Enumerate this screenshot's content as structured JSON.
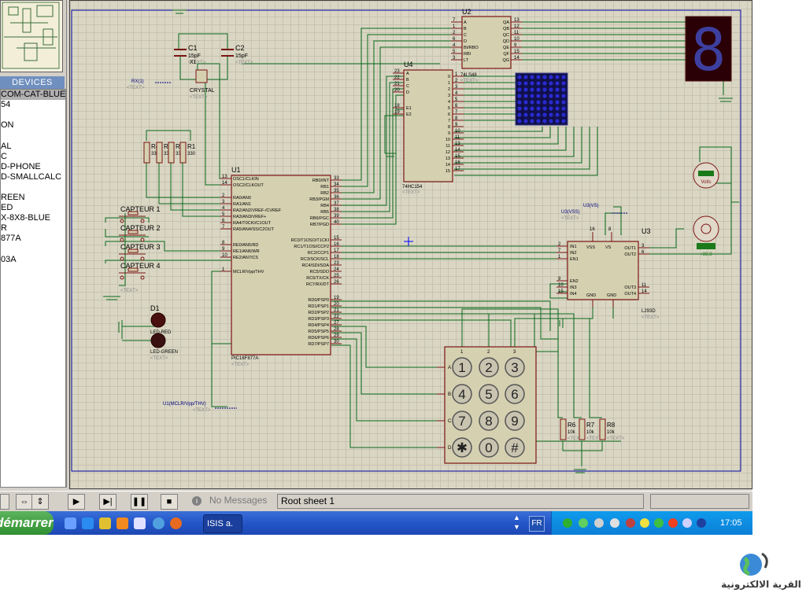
{
  "devices": {
    "header": "DEVICES",
    "items": [
      "COM-CAT-BLUE",
      "54",
      "",
      "ON",
      "",
      "AL",
      "C",
      "D-PHONE",
      "D-SMALLCALC",
      "",
      "REEN",
      "ED",
      "X-8X8-BLUE",
      "R",
      "877A",
      "",
      "03A"
    ]
  },
  "schematic": {
    "u1": {
      "ref": "U1",
      "part": "PIC16F877A",
      "text": "<TEXT>",
      "left_pins": [
        {
          "num": "13",
          "name": "OSC1/CLKIN"
        },
        {
          "num": "14",
          "name": "OSC2/CLKOUT"
        },
        {
          "num": "2",
          "name": "RA0/AN0"
        },
        {
          "num": "3",
          "name": "RA1/AN1"
        },
        {
          "num": "4",
          "name": "RA2/AN2/VREF-/CVREF"
        },
        {
          "num": "5",
          "name": "RA3/AN3/VREF+"
        },
        {
          "num": "6",
          "name": "RA4/T0CKI/C1OUT"
        },
        {
          "num": "7",
          "name": "RA5/AN4/SS/C2OUT"
        },
        {
          "num": "8",
          "name": "RE0/AN5/RD"
        },
        {
          "num": "9",
          "name": "RE1/AN6/WR"
        },
        {
          "num": "10",
          "name": "RE2/AN7/CS"
        },
        {
          "num": "1",
          "name": "MCLR/Vpp/THV"
        }
      ],
      "right_pins": [
        {
          "num": "33",
          "name": "RB0/INT"
        },
        {
          "num": "34",
          "name": "RB1"
        },
        {
          "num": "35",
          "name": "RB2"
        },
        {
          "num": "36",
          "name": "RB3/PGM"
        },
        {
          "num": "37",
          "name": "RB4"
        },
        {
          "num": "38",
          "name": "RB5"
        },
        {
          "num": "39",
          "name": "RB6/PGC"
        },
        {
          "num": "40",
          "name": "RB7/PGD"
        },
        {
          "num": "15",
          "name": "RC0/T1OSO/T1CKI"
        },
        {
          "num": "16",
          "name": "RC1/T1OSI/CCP2"
        },
        {
          "num": "17",
          "name": "RC2/CCP1"
        },
        {
          "num": "18",
          "name": "RC3/SCK/SCL"
        },
        {
          "num": "23",
          "name": "RC4/SDI/SDA"
        },
        {
          "num": "24",
          "name": "RC5/SDO"
        },
        {
          "num": "25",
          "name": "RC6/TX/CK"
        },
        {
          "num": "26",
          "name": "RC7/RX/DT"
        },
        {
          "num": "19",
          "name": "RD0/PSP0"
        },
        {
          "num": "20",
          "name": "RD1/PSP1"
        },
        {
          "num": "21",
          "name": "RD2/PSP2"
        },
        {
          "num": "22",
          "name": "RD3/PSP3"
        },
        {
          "num": "27",
          "name": "RD4/PSP4"
        },
        {
          "num": "28",
          "name": "RD5/PSP5"
        },
        {
          "num": "29",
          "name": "RD6/PSP6"
        },
        {
          "num": "30",
          "name": "RD7/PSP7"
        }
      ]
    },
    "u2": {
      "ref": "U2",
      "left": [
        {
          "num": "7",
          "name": "A"
        },
        {
          "num": "1",
          "name": "B"
        },
        {
          "num": "2",
          "name": "C"
        },
        {
          "num": "6",
          "name": "D"
        },
        {
          "num": "4",
          "name": "BI/RBO"
        },
        {
          "num": "5",
          "name": "RBI"
        },
        {
          "num": "3",
          "name": "LT"
        }
      ],
      "right": [
        {
          "num": "13",
          "name": "QA"
        },
        {
          "num": "12",
          "name": "QB"
        },
        {
          "num": "11",
          "name": "QC"
        },
        {
          "num": "10",
          "name": "QD"
        },
        {
          "num": "9",
          "name": "QE"
        },
        {
          "num": "15",
          "name": "QF"
        },
        {
          "num": "14",
          "name": "QG"
        }
      ],
      "part": "74LS48",
      "text": "<TEXT>"
    },
    "u4": {
      "ref": "U4",
      "part": "74HC154",
      "text": "<TEXT>",
      "left": [
        {
          "num": "23",
          "name": "A"
        },
        {
          "num": "22",
          "name": "B"
        },
        {
          "num": "21",
          "name": "C"
        },
        {
          "num": "20",
          "name": "D"
        },
        {
          "num": "18",
          "name": "E1"
        },
        {
          "num": "19",
          "name": "E2"
        }
      ],
      "right": [
        {
          "num": "1",
          "name": "0"
        },
        {
          "num": "2",
          "name": "1"
        },
        {
          "num": "3",
          "name": "2"
        },
        {
          "num": "4",
          "name": "3"
        },
        {
          "num": "5",
          "name": "4"
        },
        {
          "num": "6",
          "name": "5"
        },
        {
          "num": "7",
          "name": "6"
        },
        {
          "num": "8",
          "name": "7"
        },
        {
          "num": "9",
          "name": "8"
        },
        {
          "num": "10",
          "name": "9"
        },
        {
          "num": "11",
          "name": "10"
        },
        {
          "num": "13",
          "name": "11"
        },
        {
          "num": "14",
          "name": "12"
        },
        {
          "num": "15",
          "name": "13"
        },
        {
          "num": "16",
          "name": "14"
        },
        {
          "num": "17",
          "name": "15"
        }
      ]
    },
    "u3": {
      "ref": "U3",
      "part": "L293D",
      "text": "<TEXT>",
      "left": [
        {
          "num": "2",
          "name": "IN1"
        },
        {
          "num": "7",
          "name": "IN2"
        },
        {
          "num": "1",
          "name": "EN1"
        },
        {
          "num": "9",
          "name": "EN2"
        },
        {
          "num": "10",
          "name": "IN3"
        },
        {
          "num": "15",
          "name": "IN4"
        }
      ],
      "right": [
        {
          "num": "3",
          "name": "OUT1"
        },
        {
          "num": "6",
          "name": "OUT2"
        },
        {
          "num": "11",
          "name": "OUT3"
        },
        {
          "num": "14",
          "name": "OUT4"
        }
      ],
      "top": [
        {
          "num": "16",
          "name": "VSS"
        },
        {
          "num": "8",
          "name": "VS"
        }
      ],
      "bottom": [
        "GND",
        "GND"
      ]
    },
    "caps": [
      {
        "ref": "C1",
        "val": "15pF",
        "text": "<TEXT>"
      },
      {
        "ref": "C2",
        "val": "15pF",
        "text": "<TEXT>"
      }
    ],
    "crystal": {
      "ref": "X1",
      "part": "CRYSTAL",
      "text": "<TEXT>"
    },
    "resistors_top": [
      {
        "ref": "R4"
      },
      {
        "ref": "R3"
      },
      {
        "ref": "R2"
      },
      {
        "ref": "R1"
      }
    ],
    "resistors_top_val": "330",
    "resistors_bottom": [
      {
        "ref": "R6",
        "val": "10k"
      },
      {
        "ref": "R7",
        "val": "10k"
      },
      {
        "ref": "R8",
        "val": "10k"
      }
    ],
    "captors": [
      "CAPTEUR 1",
      "CAPTEUR 2",
      "CAPTEUR 3",
      "CAPTEUR 4"
    ],
    "captor_text": "<TEXT>",
    "d1": {
      "ref": "D1",
      "red": "LED-RED",
      "green": "LED-GREEN",
      "text": "<TEXT>"
    },
    "labels": {
      "rx": "RX(1)",
      "u1mclr": "U1(MCLR/Vpp/THV)",
      "u3vs": "U3(VS)",
      "u3vss": "U3(VSS)",
      "text": "<TEXT>"
    },
    "keypad": {
      "cols": [
        "1",
        "2",
        "3"
      ],
      "rows": [
        "A",
        "B",
        "C",
        "D"
      ],
      "keys": [
        [
          "1",
          "2",
          "3"
        ],
        [
          "4",
          "5",
          "6"
        ],
        [
          "7",
          "8",
          "9"
        ],
        [
          "✱",
          "0",
          "#"
        ]
      ]
    },
    "voltmeter": "Volts",
    "motor": "+88.8",
    "seg_digit": "8"
  },
  "statusbar": {
    "messages": "No Messages",
    "sheet": "Root sheet 1"
  },
  "taskbar": {
    "start": "démarrer",
    "task": "ISIS a.",
    "lang": "FR",
    "time": "17:05"
  },
  "watermark": {
    "text": "القرية الالكترونية"
  },
  "colors": {
    "wire": "#0a6a1e",
    "part_body": "#d5d0b0",
    "part_border": "#7a1414",
    "grid_bg": "#d9d6c3",
    "frame": "#0000a0",
    "seg_bg": "#2a0006",
    "seg_on": "#3d3f9f"
  }
}
